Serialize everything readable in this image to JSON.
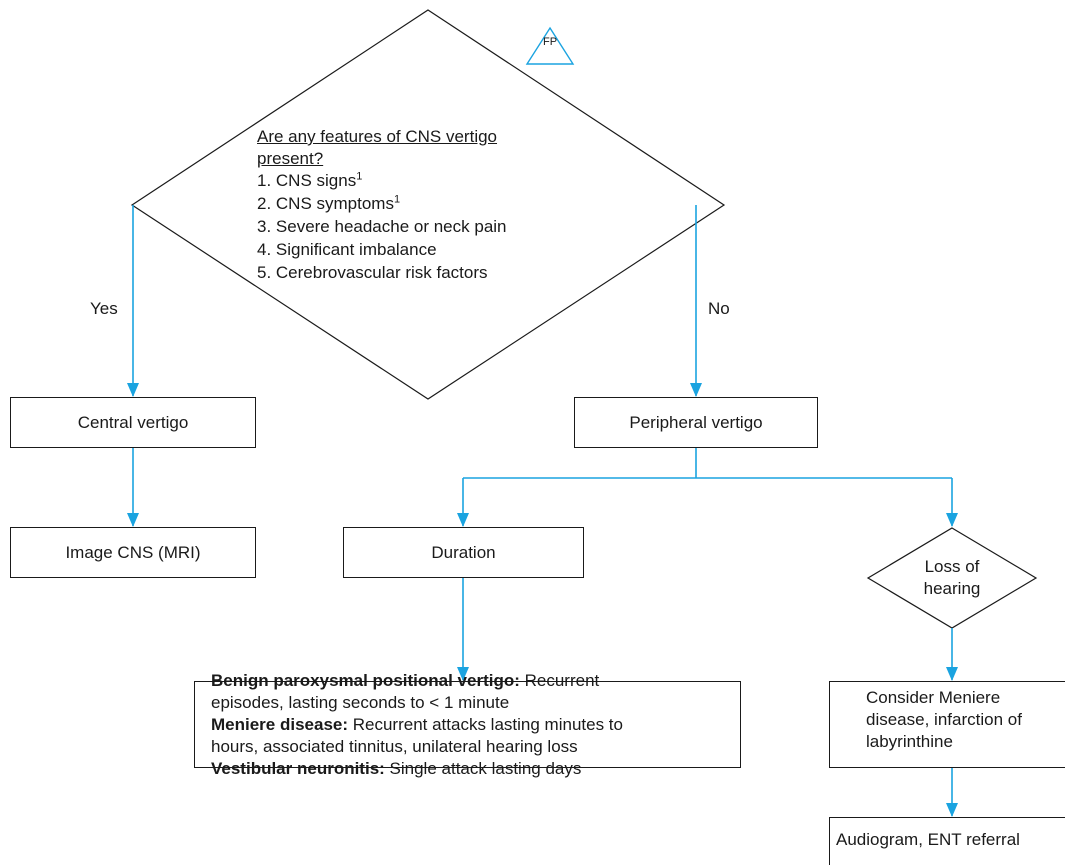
{
  "badge": {
    "label": "FP"
  },
  "decision": {
    "title_line1": "Are any features of CNS vertigo",
    "title_line2": "present?",
    "items": [
      {
        "text": "1. CNS signs",
        "sup": "1"
      },
      {
        "text": "2. CNS symptoms",
        "sup": "1"
      },
      {
        "text": "3. Severe headache or neck pain",
        "sup": ""
      },
      {
        "text": "4. Significant imbalance",
        "sup": ""
      },
      {
        "text": "5. Cerebrovascular risk factors",
        "sup": ""
      }
    ]
  },
  "branches": {
    "yes": "Yes",
    "no": "No"
  },
  "nodes": {
    "central": "Central vertigo",
    "image_cns": "Image CNS (MRI)",
    "peripheral": "Peripheral vertigo",
    "duration": "Duration",
    "hearing_line1": "Loss of",
    "hearing_line2": "hearing",
    "meniere_line1": "Consider Meniere",
    "meniere_line2": "disease, infarction of",
    "meniere_line3": "labyrinthine",
    "audiogram": "Audiogram, ENT referral"
  },
  "info": {
    "bppv_label": "Benign paroxysmal positional vertigo:",
    "bppv_text_a": " Recurrent",
    "bppv_text_b": "episodes, lasting seconds to < 1 minute",
    "meniere_label": "Meniere disease:",
    "meniere_text_a": " Recurrent attacks lasting minutes to",
    "meniere_text_b": "hours, associated tinnitus, unilateral hearing loss",
    "neuronitis_label": "Vestibular neuronitis:",
    "neuronitis_text": " Single attack lasting days"
  },
  "colors": {
    "arrow": "#1aa3e0",
    "outline": "#1a1a1a",
    "badge": "#1aa3e0"
  }
}
